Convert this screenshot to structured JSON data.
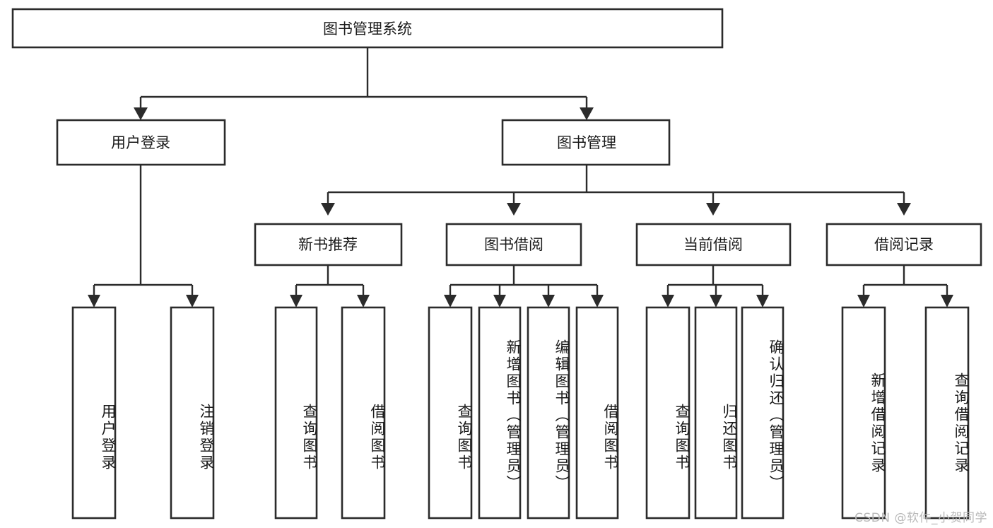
{
  "diagram": {
    "type": "tree",
    "title": "图书管理系统",
    "orientation": "top-down",
    "colors": {
      "box_fill": "#ffffff",
      "box_stroke": "#2b2b2b",
      "connector": "#2b2b2b",
      "text": "#1a1a1a",
      "watermark": "#b9b9b9",
      "background": "#ffffff"
    },
    "root": {
      "label": "图书管理系统"
    },
    "level2": [
      {
        "label": "用户登录"
      },
      {
        "label": "图书管理"
      }
    ],
    "level3": [
      {
        "label": "新书推荐"
      },
      {
        "label": "图书借阅"
      },
      {
        "label": "当前借阅"
      },
      {
        "label": "借阅记录"
      }
    ],
    "leaves": {
      "user_login": [
        {
          "label": "用户登录"
        },
        {
          "label": "注销登录"
        }
      ],
      "new_book": [
        {
          "label": "查询图书"
        },
        {
          "label": "借阅图书"
        }
      ],
      "book_borrow": [
        {
          "label": "查询图书"
        },
        {
          "label": "新增图书（管理员）"
        },
        {
          "label": "编辑图书（管理员）"
        },
        {
          "label": "借阅图书"
        }
      ],
      "current_borrow": [
        {
          "label": "查询图书"
        },
        {
          "label": "归还图书"
        },
        {
          "label": "确认归还（管理员）"
        }
      ],
      "borrow_record": [
        {
          "label": "新增借阅记录"
        },
        {
          "label": "查询借阅记录"
        }
      ]
    }
  },
  "watermark": {
    "text": "CSDN @软件_小贺同学"
  }
}
